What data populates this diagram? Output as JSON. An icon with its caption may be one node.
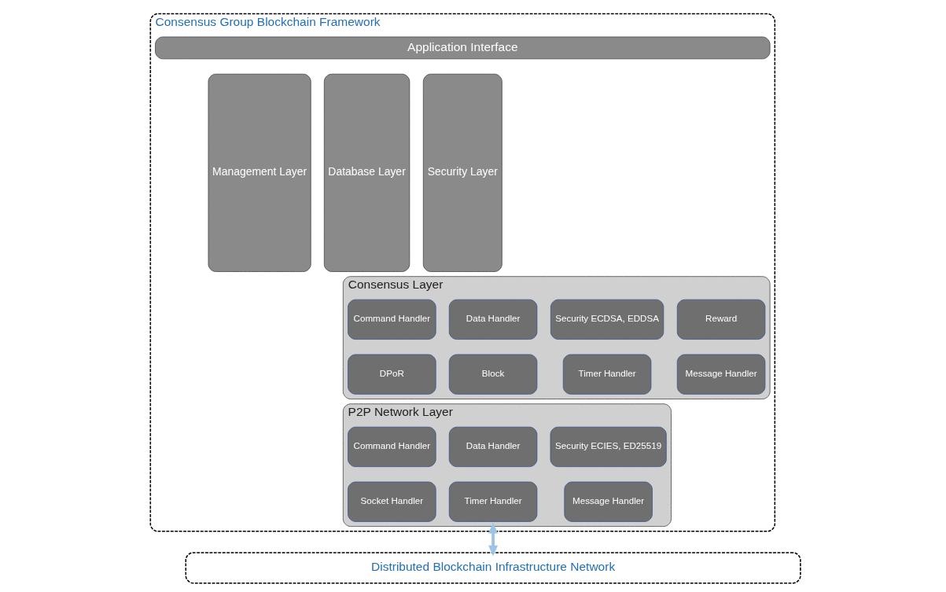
{
  "diagram": {
    "nodes": [
      {
        "text": [
          "Consensus Group Blockchain Framework"
        ]
      },
      {
        "text": [
          "Application Interface"
        ],
        "in": 0
      },
      {
        "text": [
          "Management Layer"
        ],
        "in": 0
      },
      {
        "text": [
          "Database Layer"
        ],
        "in": 0
      },
      {
        "text": [
          "Security Layer"
        ],
        "in": 0
      },
      {
        "text": [
          "Consensus Layer"
        ],
        "in": 0
      },
      {
        "text": [
          "Command Handler"
        ],
        "in": 5
      },
      {
        "text": [
          "Data Handler"
        ],
        "in": 5
      },
      {
        "text": [
          "Security ECDSA, EDDSA"
        ],
        "in": 5
      },
      {
        "text": [
          "Reward"
        ],
        "in": 5
      },
      {
        "text": [
          "DPoR"
        ],
        "in": 5
      },
      {
        "text": [
          "Block"
        ],
        "in": 5
      },
      {
        "text": [
          "Timer Handler"
        ],
        "in": 5
      },
      {
        "text": [
          "Message Handler"
        ],
        "in": 5
      },
      {
        "text": [
          "P2P Network Layer"
        ],
        "in": 0
      },
      {
        "text": [
          "Command Handler"
        ],
        "in": 14
      },
      {
        "text": [
          "Data Handler"
        ],
        "in": 14
      },
      {
        "text": [
          "Security ECIES, ED25519"
        ],
        "in": 14
      },
      {
        "text": [
          "Socket Handler"
        ],
        "in": 14
      },
      {
        "text": [
          "Timer Handler"
        ],
        "in": 14
      },
      {
        "text": [
          "Message Handler"
        ],
        "in": 14
      },
      {
        "text": [
          "Distributed Blockchain Infrastructure Network"
        ]
      }
    ],
    "edges": [
      {
        "from": 14,
        "to": 21,
        "arrow": "both"
      }
    ]
  }
}
